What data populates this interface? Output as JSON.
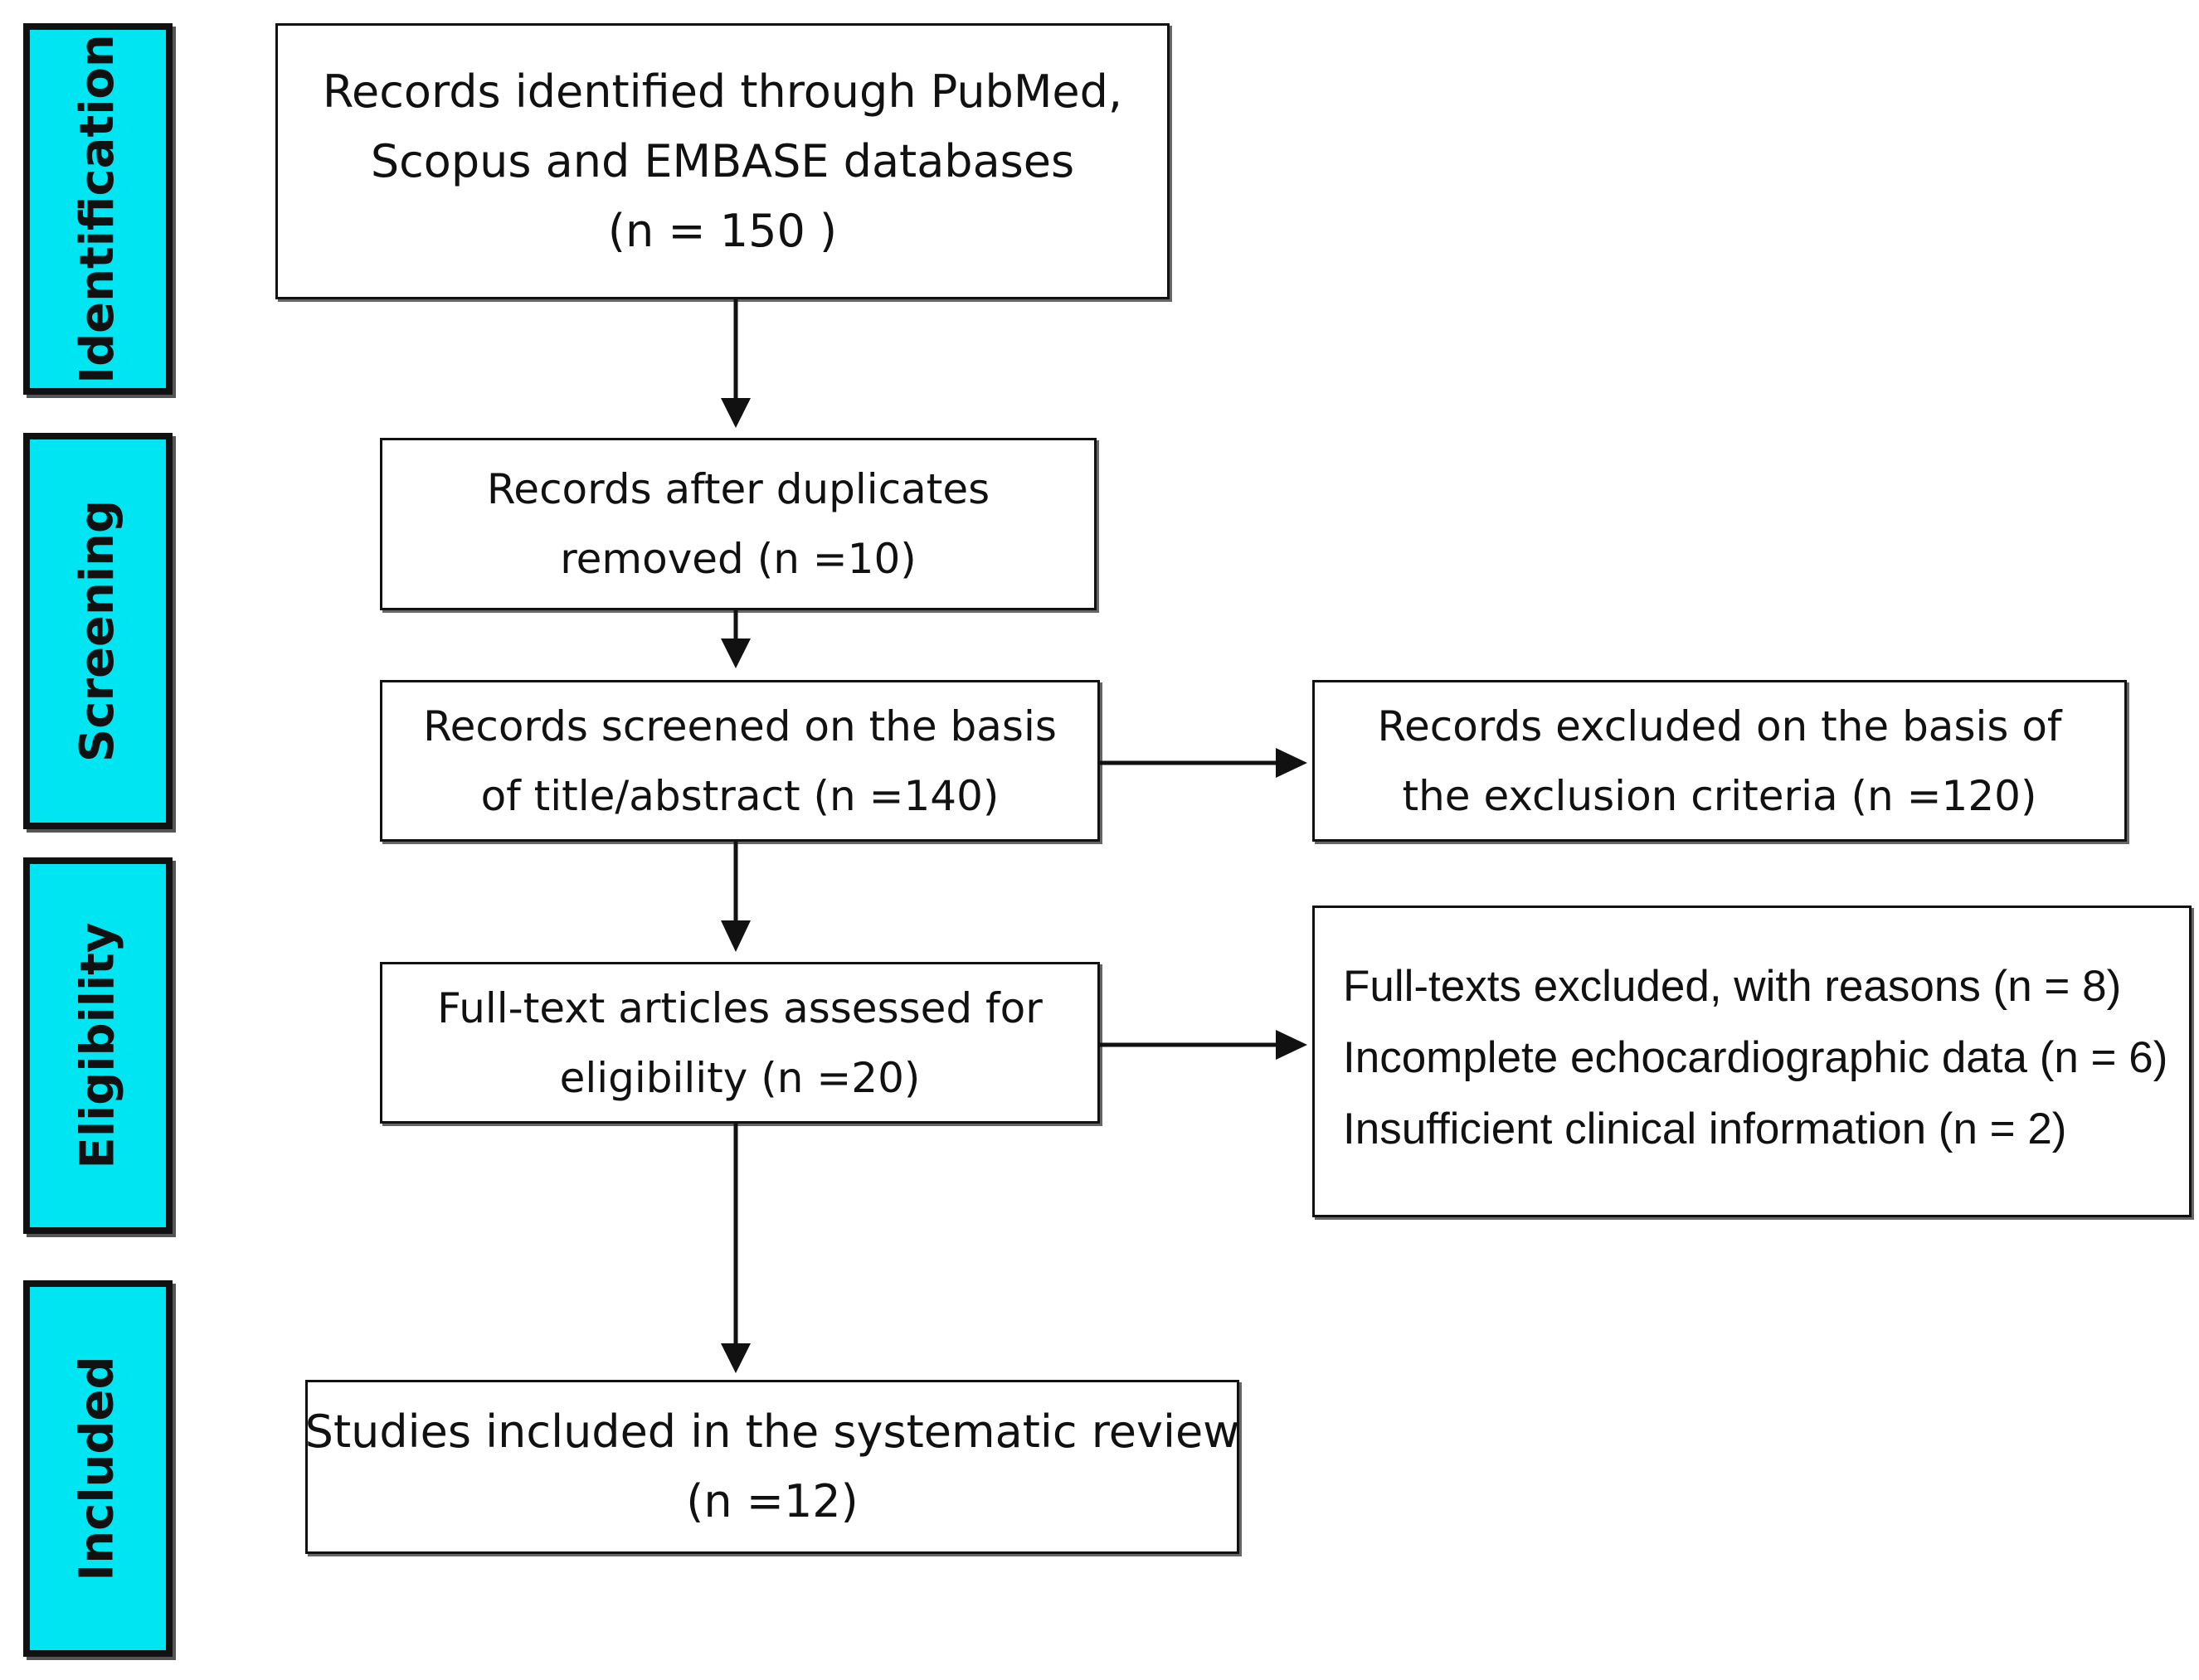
{
  "colors": {
    "phase_fill": "#00e5f2",
    "border": "#111111",
    "text": "#111111",
    "background": "#ffffff"
  },
  "phases": {
    "identification": "Identification",
    "screening": "Screening",
    "eligibility": "Eligibility",
    "included": "Included"
  },
  "boxes": {
    "identified": {
      "line1": "Records identified through PubMed,",
      "line2": "Scopus  and EMBASE databases",
      "line3": "(n = 150 )"
    },
    "duplicates_removed": {
      "line1": "Records after duplicates",
      "line2": "removed (n =10)"
    },
    "screened": {
      "line1": "Records screened on the basis",
      "line2": "of title/abstract (n =140)"
    },
    "excluded_criteria": {
      "line1": "Records excluded on the basis of",
      "line2": "the exclusion criteria (n =120)"
    },
    "full_text": {
      "line1": "Full-text articles assessed for",
      "line2": "eligibility (n =20)"
    },
    "full_text_excluded": {
      "line1": "Full-texts excluded, with reasons (n = 8)",
      "line2": "Incomplete echocardiographic data (n = 6)",
      "line3": "Insufficient clinical information (n = 2)"
    },
    "included_studies": {
      "line1": "Studies included in the systematic review",
      "line2": "(n =12)"
    }
  }
}
